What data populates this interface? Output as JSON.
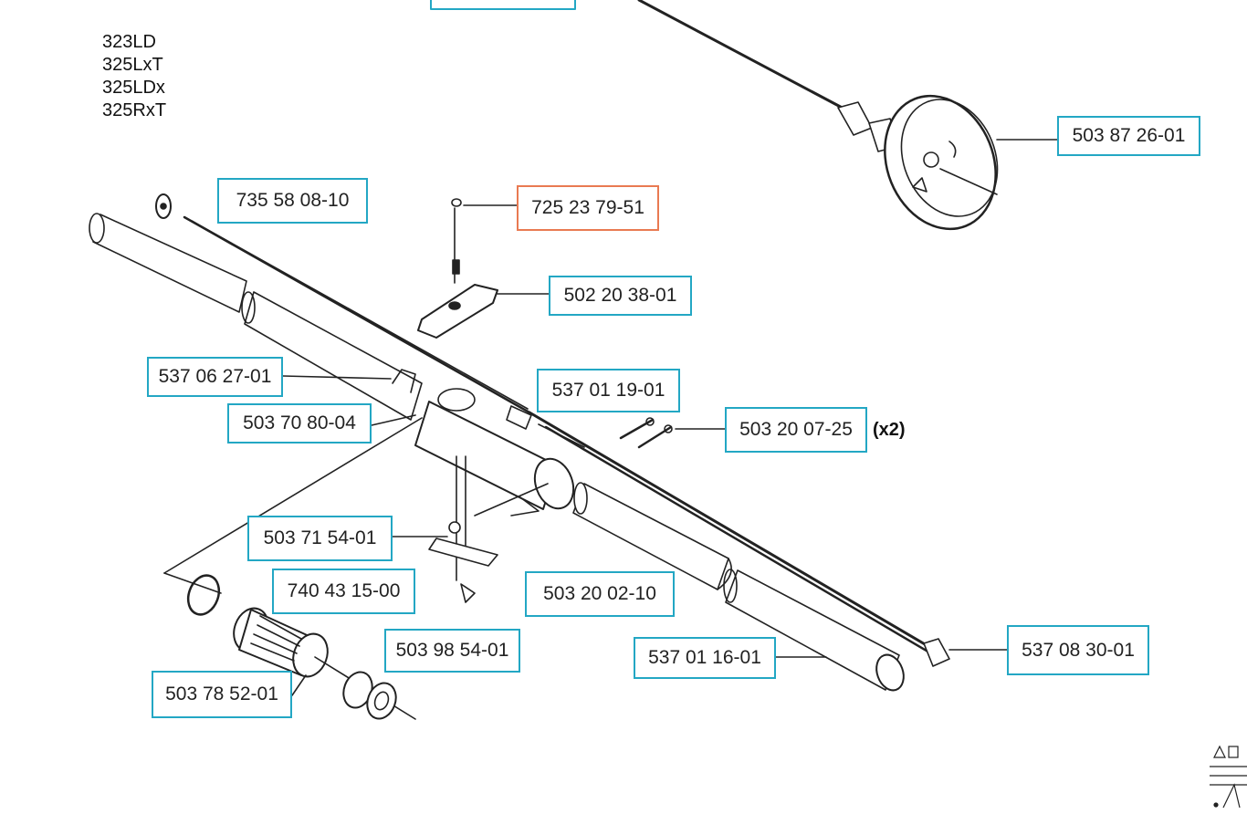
{
  "models": [
    "323LD",
    "325LxT",
    "325LDx",
    "325RxT"
  ],
  "parts": {
    "p503872601": "503 87 26-01",
    "p735580810": "735 58 08-10",
    "p725237951": "725 23 79-51",
    "p502203801": "502 20 38-01",
    "p537062701": "537 06 27-01",
    "p537011901": "537 01 19-01",
    "p503708004": "503 70 80-04",
    "p503200725": "503 20 07-25",
    "p503715401": "503 71 54-01",
    "p740431500": "740 43 15-00",
    "p503200210": "503 20 02-10",
    "p503985401": "503 98 54-01",
    "p537011601": "537 01 16-01",
    "p537083001": "537 08 30-01",
    "p503785201": "503 78 52-01"
  },
  "qty_503200725": "(x2)",
  "colors": {
    "label_border": "#23a7c4",
    "highlight_border": "#e97a52"
  }
}
